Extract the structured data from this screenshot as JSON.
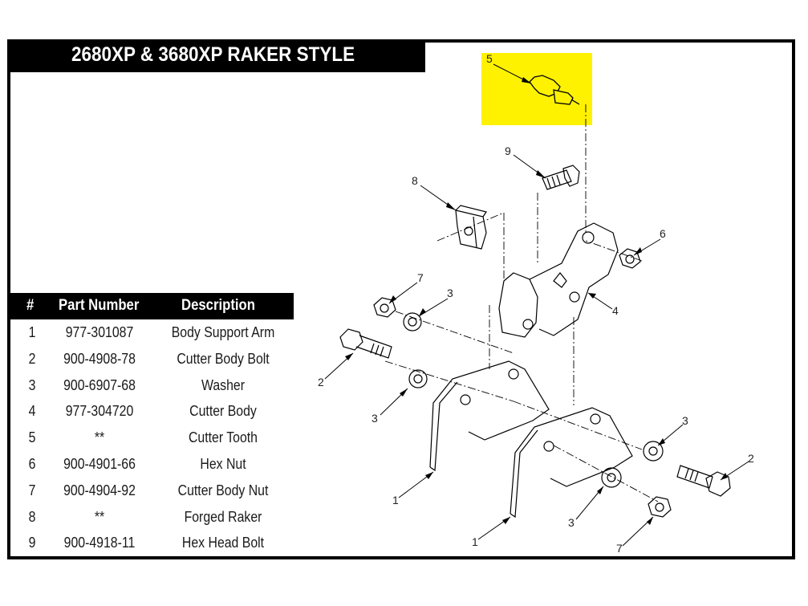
{
  "title": "2680XP & 3680XP RAKER STYLE",
  "table": {
    "headers": [
      "#",
      "Part Number",
      "Description"
    ],
    "rows": [
      {
        "num": "1",
        "part": "977-301087",
        "desc": "Body Support Arm"
      },
      {
        "num": "2",
        "part": "900-4908-78",
        "desc": "Cutter Body Bolt"
      },
      {
        "num": "3",
        "part": "900-6907-68",
        "desc": "Washer"
      },
      {
        "num": "4",
        "part": "977-304720",
        "desc": "Cutter Body"
      },
      {
        "num": "5",
        "part": "**",
        "desc": "Cutter Tooth"
      },
      {
        "num": "6",
        "part": "900-4901-66",
        "desc": "Hex Nut"
      },
      {
        "num": "7",
        "part": "900-4904-92",
        "desc": "Cutter Body Nut"
      },
      {
        "num": "8",
        "part": "**",
        "desc": "Forged Raker"
      },
      {
        "num": "9",
        "part": "900-4918-11",
        "desc": "Hex Head Bolt"
      }
    ]
  },
  "callouts": {
    "c5": "5",
    "c9": "9",
    "c8": "8",
    "c6": "6",
    "c4": "4",
    "c7a": "7",
    "c3a": "3",
    "c2a": "2",
    "c3b": "3",
    "c3c": "3",
    "c2b": "2",
    "c3d": "3",
    "c7b": "7",
    "c1a": "1",
    "c1b": "1"
  },
  "colors": {
    "highlight": "#fff200",
    "ink": "#000000"
  }
}
